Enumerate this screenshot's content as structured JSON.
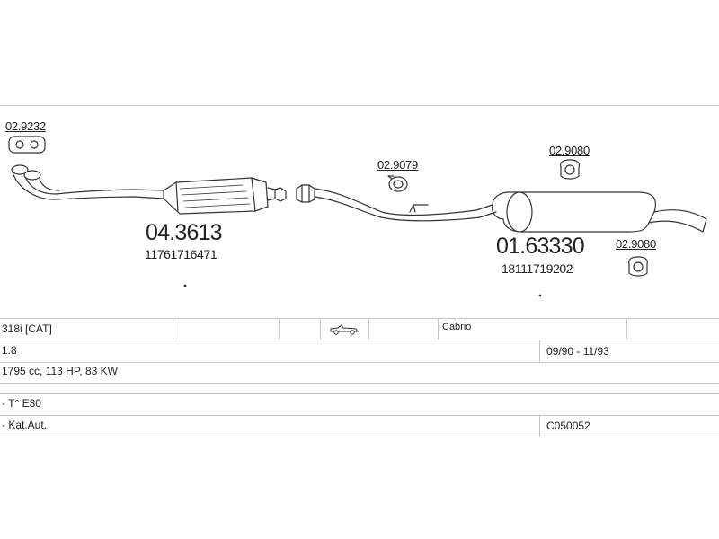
{
  "parts": {
    "gasket_front": "02.9232",
    "catalyst_code": "04.3613",
    "catalyst_oem": "11761716471",
    "ring_mid": "02.9079",
    "ring_rear_top": "02.9080",
    "silencer_code": "01.63330",
    "silencer_oem": "18111719202",
    "ring_rear_bottom": "02.9080"
  },
  "vehicle": {
    "model": "318i  [CAT]",
    "body": "Cabrio",
    "engine": "1.8",
    "years": "09/90 - 11/93",
    "specs": "1795 cc, 113 HP, 83 KW",
    "type": "- T° E30",
    "note": "- Kat.Aut.",
    "kit": "C050052"
  },
  "icons": {
    "body_type": "convertible-car-icon"
  }
}
